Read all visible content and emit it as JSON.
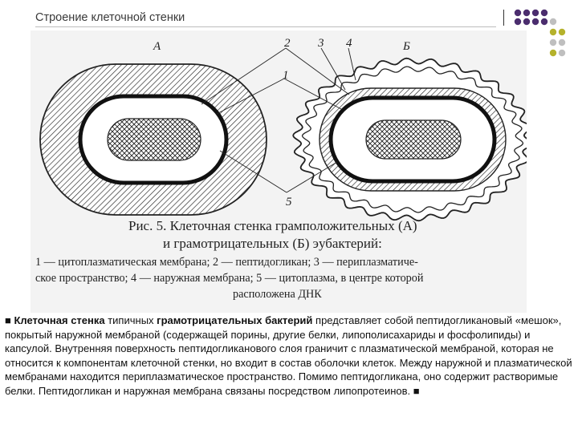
{
  "slide": {
    "title": "Строение клеточной стенки"
  },
  "figure": {
    "labels": {
      "A": "А",
      "B": "Б",
      "n1": "1",
      "n2": "2",
      "n3": "3",
      "n4": "4",
      "n5": "5"
    },
    "caption": {
      "line1": "Рис. 5. Клеточная стенка грамположительных (А)",
      "line2": "и грамотрицательных (Б) эубактерий:",
      "legend1": "1 — цитоплазматическая мембрана; 2 — пептидогликан; 3 — периплазматиче-",
      "legend2": "ское пространство; 4 — наружная мембрана; 5 — цитоплазма, в центре которой",
      "legend3": "расположена ДНК"
    }
  },
  "body": {
    "bullet_start": "■ ",
    "term1": "Клеточная стенка",
    "t1": " типичных ",
    "term2": "грамотрицательных бактерий",
    "t2": " представляет собой пептидогликановый «мешок», покрытый наружной мембраной (содержащей порины, другие белки, липополисахариды и фосфолипиды) и капсулой. Внутренняя поверхность пептидогликанового слоя граничит с плазматической мембраной, которая не относится к компонентам клеточной стенки, но входит в состав оболочки клеток. Между наружной и плазматической мембранами находится периплазматическое пространство. Помимо пептидогликана, оно содержит растворимые белки. Пептидогликан и наружная мембрана связаны посредством липопротеинов.",
    "bullet_end": " ■"
  },
  "colors": {
    "dot_purple": "#4b2d6e",
    "dot_olive": "#b5b22c",
    "dot_grey": "#bfbfbf"
  }
}
